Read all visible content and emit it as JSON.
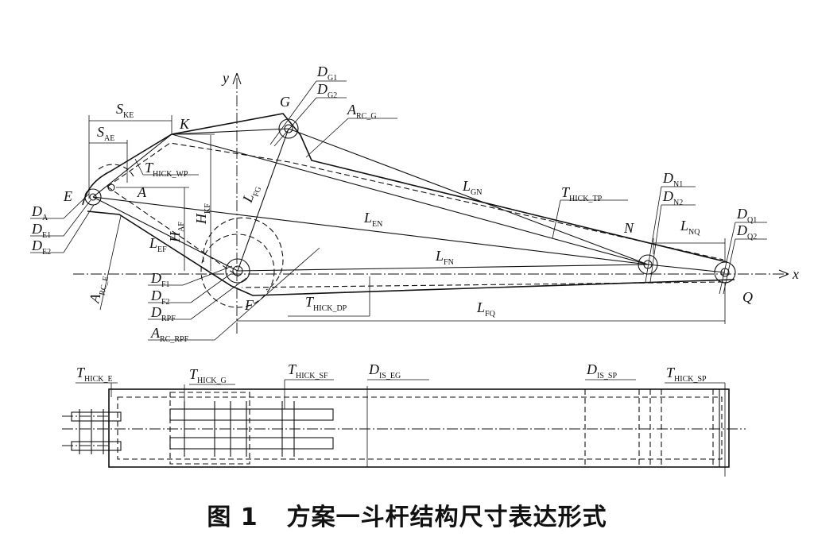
{
  "caption": {
    "figure_no": "图 1",
    "title": "方案一斗杆结构尺寸表达形式"
  },
  "axes": {
    "x": "x",
    "y": "y"
  },
  "points": {
    "E": "E",
    "A": "A",
    "K": "K",
    "G": "G",
    "F": "F",
    "N": "N",
    "Q": "Q"
  },
  "labels": {
    "S_KE": {
      "main": "S",
      "sub": "KE"
    },
    "S_AE": {
      "main": "S",
      "sub": "AE"
    },
    "T_WP": {
      "main": "T",
      "sub": "HICK_WP"
    },
    "D_A": {
      "main": "D",
      "sub": "A"
    },
    "D_E1": {
      "main": "D",
      "sub": "E1"
    },
    "D_E2": {
      "main": "D",
      "sub": "E2"
    },
    "A_RCE": {
      "main": "A",
      "sub": "RC_E"
    },
    "L_EF": {
      "main": "L",
      "sub": "EF"
    },
    "H_AF": {
      "main": "H",
      "sub": "AF"
    },
    "H_KF": {
      "main": "H",
      "sub": "KF"
    },
    "L_FG": {
      "main": "L",
      "sub": "FG"
    },
    "D_G1": {
      "main": "D",
      "sub": "G1"
    },
    "D_G2": {
      "main": "D",
      "sub": "G2"
    },
    "A_RCG": {
      "main": "A",
      "sub": "RC_G"
    },
    "L_GN": {
      "main": "L",
      "sub": "GN"
    },
    "L_EN": {
      "main": "L",
      "sub": "EN"
    },
    "T_TP": {
      "main": "T",
      "sub": "HICK_TP"
    },
    "D_N1": {
      "main": "D",
      "sub": "N1"
    },
    "D_N2": {
      "main": "D",
      "sub": "N2"
    },
    "L_NQ": {
      "main": "L",
      "sub": "NQ"
    },
    "D_Q1": {
      "main": "D",
      "sub": "Q1"
    },
    "D_Q2": {
      "main": "D",
      "sub": "Q2"
    },
    "L_FN": {
      "main": "L",
      "sub": "FN"
    },
    "D_F1": {
      "main": "D",
      "sub": "F1"
    },
    "D_F2": {
      "main": "D",
      "sub": "F2"
    },
    "D_RPF": {
      "main": "D",
      "sub": "RPF"
    },
    "A_RCRPF": {
      "main": "A",
      "sub": "RC_RPF"
    },
    "T_DP": {
      "main": "T",
      "sub": "HICK_DP"
    },
    "L_FQ": {
      "main": "L",
      "sub": "FQ"
    },
    "T_E": {
      "main": "T",
      "sub": "HICK_E"
    },
    "T_G": {
      "main": "T",
      "sub": "HICK_G"
    },
    "T_SF": {
      "main": "T",
      "sub": "HICK_SF"
    },
    "D_ISEG": {
      "main": "D",
      "sub": "IS_EG"
    },
    "D_ISSP": {
      "main": "D",
      "sub": "IS_SP"
    },
    "T_SP": {
      "main": "T",
      "sub": "HICK_SP"
    }
  }
}
